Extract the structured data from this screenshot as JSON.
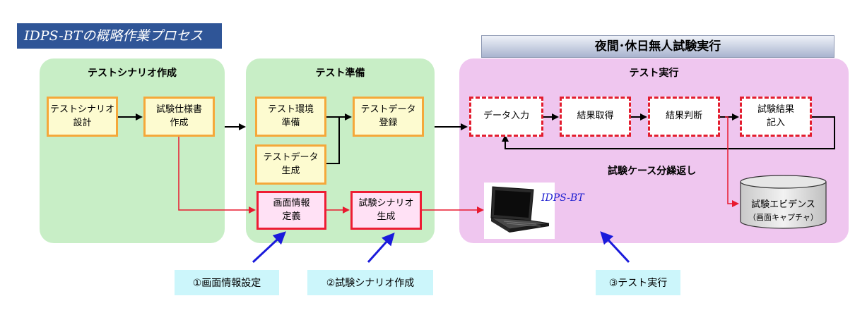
{
  "title": "IDPS-BTの概略作業プロセス",
  "banner": "夜間･休日無人試験実行",
  "panels": {
    "scenario": "テストシナリオ作成",
    "prep": "テスト準備",
    "exec": "テスト実行"
  },
  "boxes": {
    "scenario_design": "テストシナリオ\n設計",
    "spec_create": "試験仕様書\n作成",
    "env_prep": "テスト環境\n準備",
    "data_register": "テストデータ\n登録",
    "data_generate": "テストデータ\n生成",
    "screen_def": "画面情報\n定義",
    "scenario_gen": "試験シナリオ\n生成",
    "data_input": "データ入力",
    "result_get": "結果取得",
    "result_judge": "結果判断",
    "result_write": "試験結果\n記入"
  },
  "loop_label": "試験ケース分繰返し",
  "evidence": {
    "title": "試験エビデンス",
    "sub": "（画面キャプチャ）"
  },
  "tool_label": "IDPS-BT",
  "callouts": {
    "step1": "①画面情報設定",
    "step2": "②試験シナリオ作成",
    "step3": "③テスト実行"
  },
  "colors": {
    "title_bg": "#2f5597",
    "green_panel": "#c8eec6",
    "pink_panel": "#efc6ef",
    "orange_border": "#f5a83a",
    "red_border": "#ee1c33",
    "callout_bg": "#ccf6fb",
    "arrow_blue": "#1a1adb"
  },
  "icons": {
    "tool": "laptop-icon",
    "evidence": "database-cylinder-icon"
  }
}
